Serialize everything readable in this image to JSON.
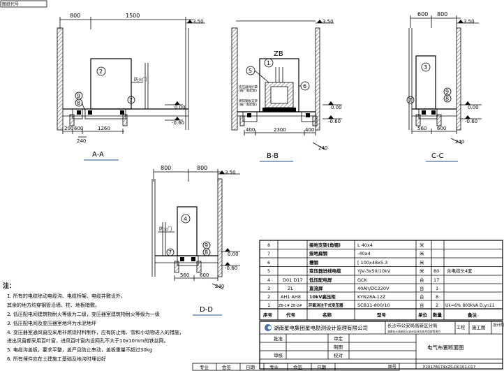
{
  "header_stamp": "图纸代号",
  "sections": {
    "aa": {
      "title": "A-A",
      "dims_top": [
        "800",
        "1500"
      ],
      "dims_bottom": [
        "200",
        "600",
        "1260"
      ],
      "dim_240": "240",
      "elev_top": "3.50",
      "elev_mid": "0.00",
      "elev_bot": "-0.60",
      "markers": [
        "2",
        "9",
        "8",
        "7"
      ],
      "label_fire": "防火门"
    },
    "bb": {
      "title": "B-B",
      "zb_label": "ZB",
      "dims_bottom": [
        "400",
        "2300",
        "400"
      ],
      "dim_240": "240",
      "elev_top": "3.50",
      "elev_mid": "0.00",
      "elev_bot": "-0.60",
      "markers": [
        "1",
        "5",
        "6"
      ],
      "small_note1": "变压器保护罩",
      "small_note2": "(由厂家配套)",
      "small_note3": "镀锌钢板支架",
      "small_note4": "(由厂家配套)"
    },
    "cc": {
      "title": "C-C",
      "dims_top": [
        "600",
        "800"
      ],
      "dims_bottom": [
        "560",
        "600"
      ],
      "dim_240": "240",
      "elev_top": "3.50",
      "elev_mid": "0.00",
      "elev_bot": "-0.60",
      "markers": [
        "3",
        "9",
        "8",
        "7"
      ]
    },
    "dd": {
      "title": "D-D",
      "dims_top": [
        "800",
        "800"
      ],
      "dims_bottom": [
        "560",
        "600"
      ],
      "dim_240": "240",
      "elev_top": "3.50",
      "elev_mid": "0.00",
      "elev_bot": "-0.60",
      "markers": [
        "4",
        "7",
        "9",
        "8"
      ],
      "label_fire": "防火门"
    }
  },
  "notes": {
    "title": "注：",
    "items": [
      "1. 所有的电缆除动电缆沟、电缆桥架、电缆井敷设外，",
      "   其余的地方均穿钢管沿墙、柱、地板暗敷。",
      "2. 低压配电间建筑物耐火等级为二级，变压器室建筑物耐火等级为一级",
      "3. 低压配电间及变压器室地坪为水泥地坪",
      "4. 变压器室通风窗应采用非燃烧材料制作，应有防止雨、雪和小动物进入的措施，",
      "   进出风窗都采用百叶窗，进风百叶窗内设网孔不大于10x10mm的铁丝网。",
      "5. 电缆沟盖板，要求平整，盖严且防止串动，盖板重量不超过30kg",
      "6. 所有埋件应在土建施工基础及地沟时埋设好"
    ]
  },
  "equipment_table": {
    "header": [
      "序号",
      "代号",
      "名称",
      "型号",
      "单位",
      "数量",
      "备注"
    ],
    "rows": [
      [
        "8",
        "",
        "接地支架(角钢)",
        "L 40x4",
        "米",
        "",
        ""
      ],
      [
        "7",
        "",
        "接地扁钢",
        "-40x4",
        "米",
        "",
        ""
      ],
      [
        "6",
        "",
        "槽钢",
        "[ 100x48x5.3",
        "米",
        "",
        ""
      ],
      [
        "5",
        "",
        "变压器进线电缆",
        "YJV-3x50/10kV",
        "米",
        "80",
        "含电缆头4套"
      ],
      [
        "4",
        "D01 D17",
        "低压配电屏",
        "GCK",
        "台",
        "17",
        ""
      ],
      [
        "3",
        "ZL",
        "直流屏",
        "40Ah/DC220V",
        "台",
        "1",
        ""
      ],
      [
        "2",
        "AH1 AH8",
        "10kV高压柜",
        "KYN28A-12Z",
        "台",
        "8",
        ""
      ],
      [
        "1",
        "ZB-1# ZB-2#",
        "环氧浇注干式变压器",
        "SCB11-800/10",
        "台",
        "2",
        "Uk=6% 800kVA D,yn11"
      ]
    ]
  },
  "title_block": {
    "company": "湖南星电集团星电勘测设计监理有限公司",
    "client": "长沙市公安局高新区分局",
    "project_sub": "湖南长沙高新区公安分局业务技术用房等项目",
    "stage_label1": "工程",
    "stage_value": "施工图",
    "stage_label2": "设计阶段",
    "approve": "批准",
    "review": "审核",
    "check": "校对",
    "design_role": "审定",
    "draw_role": "制图",
    "drawing_title": "电气布置断面图",
    "drawing_no_label": "图号",
    "drawing_no": "P2017B174XZS-D0101-017",
    "bottom_labels": [
      "专业",
      "会签",
      "日期",
      "专业",
      "会签",
      "日期"
    ]
  }
}
